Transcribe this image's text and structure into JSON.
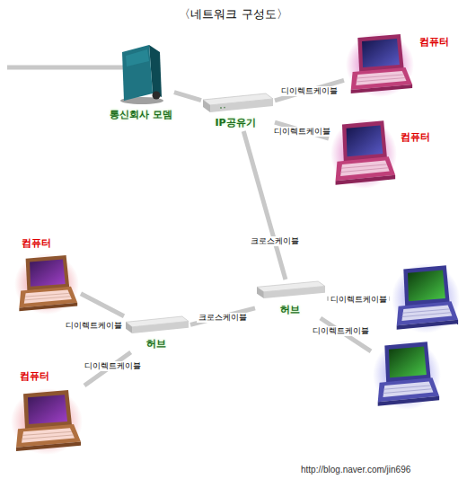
{
  "diagram": {
    "title": "〈네트워크 구성도〉",
    "nodes": [
      {
        "text": [
          "통신회사 모뎀"
        ]
      },
      {
        "text": [
          "IP공유기"
        ]
      },
      {
        "text": [
          "컴퓨터"
        ]
      },
      {
        "text": [
          "컴퓨터"
        ]
      },
      {
        "text": [
          "컴퓨터"
        ]
      },
      {
        "text": [
          "허브"
        ]
      },
      {
        "text": []
      },
      {
        "text": [
          "허브"
        ]
      },
      {
        "text": [
          "컴퓨터"
        ]
      },
      {
        "text": []
      }
    ],
    "edges": [
      {
        "from": 0,
        "to": 1,
        "arrow": "none"
      },
      {
        "from": 1,
        "to": 2,
        "label": "디이렉트케이블",
        "arrow": "none"
      },
      {
        "from": 1,
        "to": 3,
        "label": "디이렉트케이블",
        "arrow": "none"
      },
      {
        "from": 1,
        "to": 5,
        "label": "크로스케이블",
        "arrow": "none"
      },
      {
        "from": 5,
        "to": 6,
        "label": "디이렉트케이블",
        "arrow": "none"
      },
      {
        "from": 5,
        "to": 7,
        "label": "크로스케이블",
        "arrow": "none"
      },
      {
        "from": 5,
        "to": 9,
        "label": "디이렉트케이블",
        "arrow": "none"
      },
      {
        "from": 7,
        "to": 4,
        "label": "디이렉트케이블",
        "arrow": "none"
      },
      {
        "from": 7,
        "to": 8,
        "label": "디이렉트케이블",
        "arrow": "none"
      }
    ],
    "labels": [
      "http://blog.naver.com/jin696"
    ]
  }
}
